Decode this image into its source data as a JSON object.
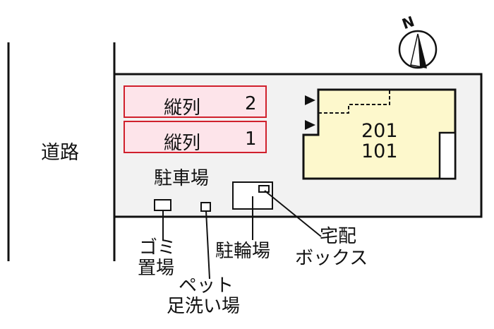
{
  "road_label": "道路",
  "north_label": "N",
  "parking": {
    "label": "駐車場",
    "spaces": [
      {
        "name": "縦列",
        "number": "2"
      },
      {
        "name": "縦列",
        "number": "1"
      }
    ],
    "fill_color": "#fde4ea",
    "border_color": "#d0202c"
  },
  "building": {
    "units": [
      "201",
      "101"
    ],
    "fill_color": "#fdf8cc"
  },
  "facilities": {
    "garbage": [
      "ゴミ",
      "置場"
    ],
    "pet": [
      "ペット",
      "足洗い場"
    ],
    "bicycle": "駐輪場",
    "delivery_box": [
      "宅配",
      "ボックス"
    ]
  }
}
